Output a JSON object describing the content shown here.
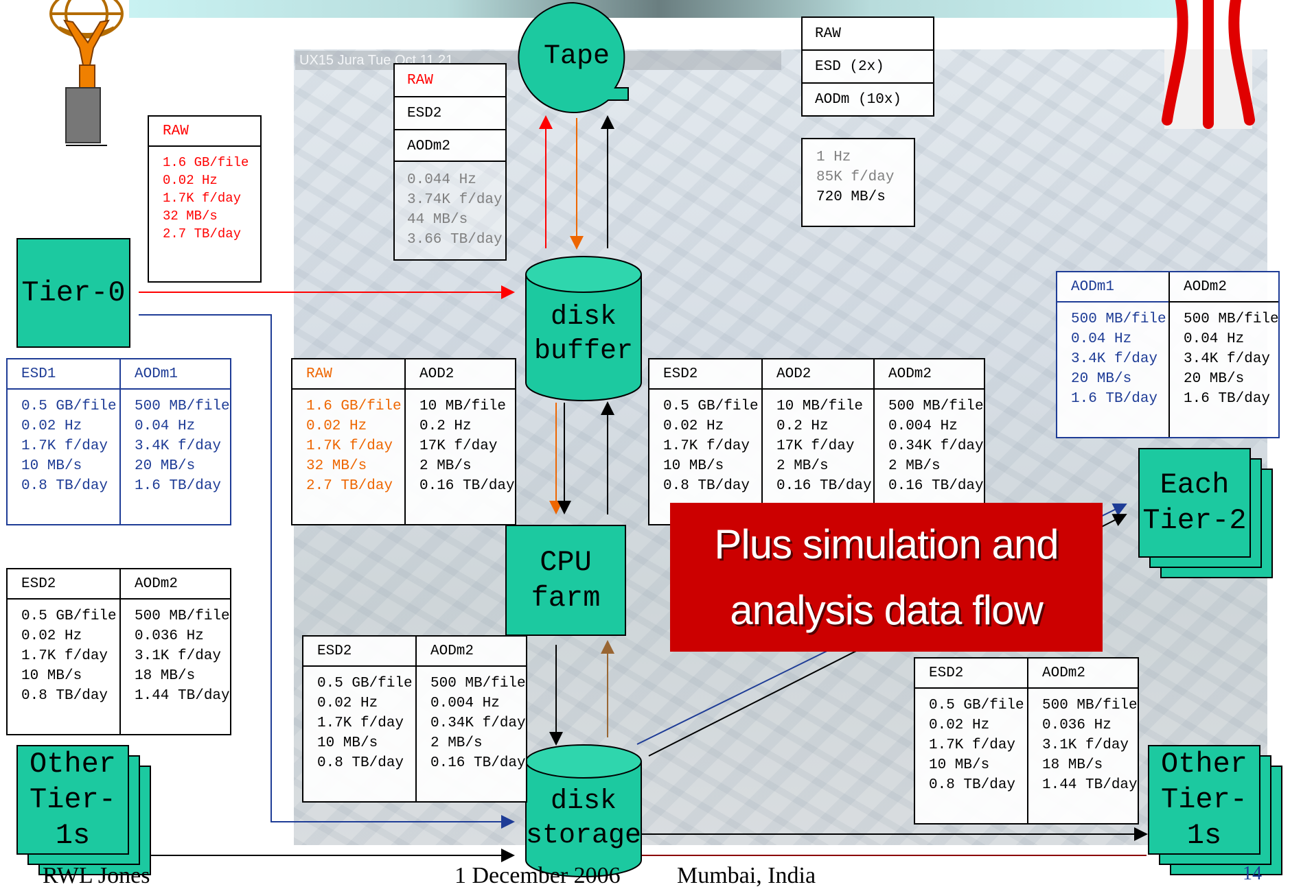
{
  "colors": {
    "node": "#1cc9a0",
    "red": "#ff0000",
    "orange": "#ee6600",
    "blue": "#1e3c96",
    "grey": "#808080",
    "callout": "#cc0000",
    "brown": "#996633"
  },
  "photo_caption": "UX15 Jura  Tue Oct 11  21",
  "nodes": {
    "tape": "Tape",
    "tier0": "Tier-0",
    "disk_buffer": [
      "disk",
      "buffer"
    ],
    "cpu_farm": [
      "CPU",
      "farm"
    ],
    "disk_storage": [
      "disk",
      "storage"
    ],
    "other_tier1s_left": [
      "Other",
      "Tier-1s"
    ],
    "other_tier1s_right": [
      "Other",
      "Tier-1s"
    ],
    "each_tier2": [
      "Each",
      "Tier-2"
    ]
  },
  "raw_tier0": {
    "header": "RAW",
    "values": [
      "1.6 GB/file",
      "0.02 Hz",
      "1.7K f/day",
      "32 MB/s",
      "2.7 TB/day"
    ]
  },
  "tape_stack": {
    "cells": [
      "RAW",
      "ESD2",
      "AODm2"
    ],
    "values": [
      "0.044 Hz",
      "3.74K f/day",
      "44 MB/s",
      "3.66 TB/day"
    ]
  },
  "top_right_stack": {
    "cells": [
      "RAW",
      "ESD (2x)",
      "AODm (10x)"
    ]
  },
  "rates_box": {
    "values": [
      "1 Hz",
      "85K f/day",
      "720 MB/s"
    ]
  },
  "tables": {
    "tier1_in": {
      "cols": [
        {
          "header": "ESD1",
          "values": [
            "0.5 GB/file",
            "0.02 Hz",
            "1.7K f/day",
            "10 MB/s",
            "0.8 TB/day"
          ]
        },
        {
          "header": "AODm1",
          "values": [
            "500 MB/file",
            "0.04 Hz",
            "3.4K f/day",
            "20 MB/s",
            "1.6 TB/day"
          ]
        }
      ]
    },
    "tier1_out": {
      "cols": [
        {
          "header": "ESD2",
          "values": [
            "0.5 GB/file",
            "0.02 Hz",
            "1.7K f/day",
            "10 MB/s",
            "0.8 TB/day"
          ]
        },
        {
          "header": "AODm2",
          "values": [
            "500 MB/file",
            "0.036 Hz",
            "3.1K f/day",
            "18 MB/s",
            "1.44 TB/day"
          ]
        }
      ]
    },
    "buffer_to_cpu": {
      "cols": [
        {
          "header": "RAW",
          "values": [
            "1.6 GB/file",
            "0.02 Hz",
            "1.7K f/day",
            "32 MB/s",
            "2.7 TB/day"
          ]
        },
        {
          "header": "AOD2",
          "values": [
            "10 MB/file",
            "0.2 Hz",
            "17K f/day",
            "2 MB/s",
            "0.16 TB/day"
          ]
        }
      ]
    },
    "cpu_out": {
      "cols": [
        {
          "header": "ESD2",
          "values": [
            "0.5 GB/file",
            "0.02 Hz",
            "1.7K f/day",
            "10 MB/s",
            "0.8 TB/day"
          ]
        },
        {
          "header": "AOD2",
          "values": [
            "10 MB/file",
            "0.2 Hz",
            "17K f/day",
            "2 MB/s",
            "0.16 TB/day"
          ]
        },
        {
          "header": "AODm2",
          "values": [
            "500 MB/file",
            "0.004 Hz",
            "0.34K f/day",
            "2 MB/s",
            "0.16 TB/day"
          ]
        }
      ]
    },
    "tier2": {
      "cols": [
        {
          "header": "AODm1",
          "values": [
            "500 MB/file",
            "0.04 Hz",
            "3.4K f/day",
            "20 MB/s",
            "1.6 TB/day"
          ]
        },
        {
          "header": "AODm2",
          "values": [
            "500 MB/file",
            "0.04 Hz",
            "3.4K f/day",
            "20 MB/s",
            "1.6 TB/day"
          ]
        }
      ]
    },
    "cpu_to_storage": {
      "cols": [
        {
          "header": "ESD2",
          "values": [
            "0.5 GB/file",
            "0.02 Hz",
            "1.7K f/day",
            "10 MB/s",
            "0.8 TB/day"
          ]
        },
        {
          "header": "AODm2",
          "values": [
            "500 MB/file",
            "0.004 Hz",
            "0.34K f/day",
            "2 MB/s",
            "0.16 TB/day"
          ]
        }
      ]
    },
    "storage_to_tier1": {
      "cols": [
        {
          "header": "ESD2",
          "values": [
            "0.5 GB/file",
            "0.02 Hz",
            "1.7K f/day",
            "10 MB/s",
            "0.8 TB/day"
          ]
        },
        {
          "header": "AODm2",
          "values": [
            "500 MB/file",
            "0.036 Hz",
            "3.1K f/day",
            "18 MB/s",
            "1.44 TB/day"
          ]
        }
      ]
    }
  },
  "callout": [
    "Plus simulation and",
    "analysis data flow"
  ],
  "footer": {
    "author": "RWL Jones",
    "date": "1 December 2006",
    "place": "Mumbai, India",
    "page": "14"
  }
}
